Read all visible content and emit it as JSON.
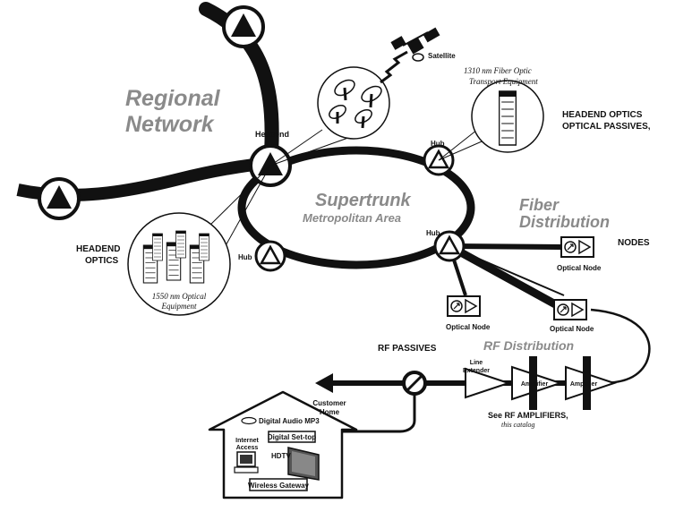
{
  "regions": {
    "regional_network": [
      "Regional",
      "Network"
    ],
    "supertrunk": "Supertrunk",
    "metropolitan_area": "Metropolitan Area",
    "fiber_distribution": [
      "Fiber",
      "Distribution"
    ],
    "rf_distribution": "RF Distribution"
  },
  "labels": {
    "headend": "Headend",
    "hub": "Hub",
    "satellite": "Satellite",
    "fiber_1310": [
      "1310 nm Fiber Optic",
      "Transport Equipment"
    ],
    "equip_1550": [
      "1550 nm Optical",
      "Equipment"
    ],
    "headend_optics_right": [
      "HEADEND OPTICS",
      "OPTICAL PASSIVES,"
    ],
    "headend_optics_left": [
      "HEADEND",
      "OPTICS"
    ],
    "nodes": "NODES",
    "optical_node": "Optical Node",
    "rf_passives": "RF PASSIVES",
    "line_extender": [
      "Line",
      "Extender"
    ],
    "amplifier": "Amplifier",
    "see_rf_amplifiers": "See RF AMPLIFIERS,",
    "this_catalog": "this catalog",
    "customer_home": [
      "Customer",
      "Home"
    ],
    "digital_audio": "Digital Audio MP3",
    "digital_settop": "Digital Set-top",
    "internet_access": [
      "Internet",
      "Access"
    ],
    "hdtv": "HDTV",
    "wireless_gateway": "Wireless Gateway"
  },
  "colors": {
    "line": "#111111",
    "grey_text": "#8a8a8a",
    "background": "#ffffff"
  },
  "icons": [
    "network-triangle-icon",
    "satellite-icon",
    "satellite-dish-icon",
    "equipment-rack-icon",
    "optical-node-icon",
    "amplifier-icon",
    "tap-icon",
    "house-icon",
    "computer-icon",
    "tv-icon"
  ]
}
